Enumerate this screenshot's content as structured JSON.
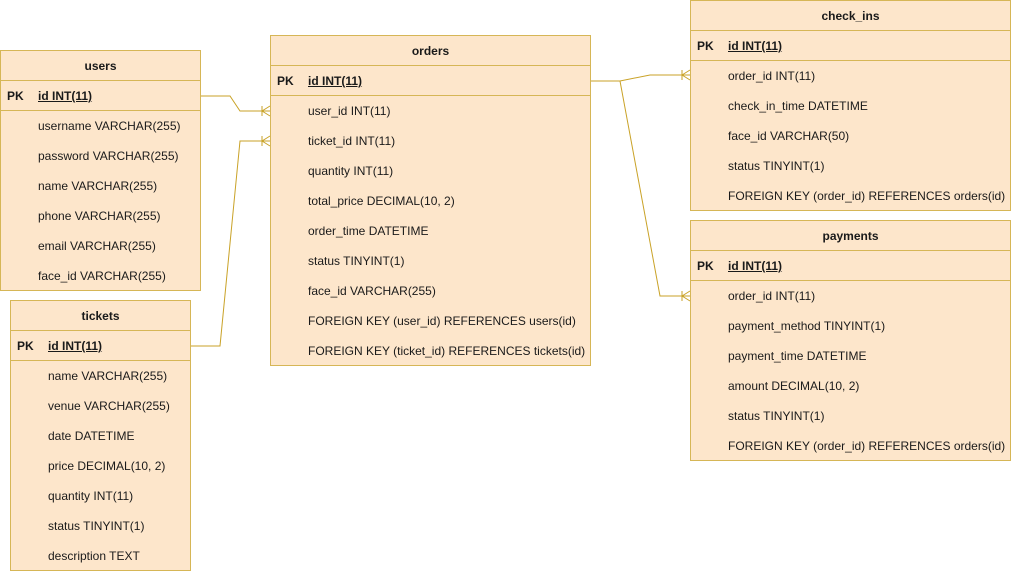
{
  "tables": {
    "users": {
      "title": "users",
      "pk_label": "PK",
      "pk_field": "id INT(11)",
      "fields": [
        "username VARCHAR(255)",
        "password VARCHAR(255)",
        "name VARCHAR(255)",
        "phone VARCHAR(255)",
        "email VARCHAR(255)",
        "face_id VARCHAR(255)"
      ]
    },
    "tickets": {
      "title": "tickets",
      "pk_label": "PK",
      "pk_field": "id INT(11)",
      "fields": [
        "name VARCHAR(255)",
        "venue VARCHAR(255)",
        "date DATETIME",
        "price DECIMAL(10, 2)",
        "quantity INT(11)",
        "status TINYINT(1)",
        "description TEXT"
      ]
    },
    "orders": {
      "title": "orders",
      "pk_label": "PK",
      "pk_field": "id INT(11)",
      "fields": [
        "user_id INT(11)",
        "ticket_id INT(11)",
        "quantity INT(11)",
        "total_price DECIMAL(10, 2)",
        "order_time DATETIME",
        "status TINYINT(1)",
        "face_id VARCHAR(255)",
        "FOREIGN KEY (user_id) REFERENCES users(id)",
        "FOREIGN KEY (ticket_id) REFERENCES tickets(id)"
      ]
    },
    "check_ins": {
      "title": "check_ins",
      "pk_label": "PK",
      "pk_field": "id INT(11)",
      "fields": [
        "order_id INT(11)",
        "check_in_time DATETIME",
        "face_id VARCHAR(50)",
        "status TINYINT(1)",
        "FOREIGN KEY (order_id) REFERENCES orders(id)"
      ]
    },
    "payments": {
      "title": "payments",
      "pk_label": "PK",
      "pk_field": "id INT(11)",
      "fields": [
        "order_id INT(11)",
        "payment_method TINYINT(1)",
        "payment_time DATETIME",
        "amount DECIMAL(10, 2)",
        "status TINYINT(1)",
        "FOREIGN KEY (order_id) REFERENCES orders(id)"
      ]
    }
  },
  "colors": {
    "table_fill": "#fde6cb",
    "table_border": "#d6b656",
    "connector": "#c9a227"
  }
}
